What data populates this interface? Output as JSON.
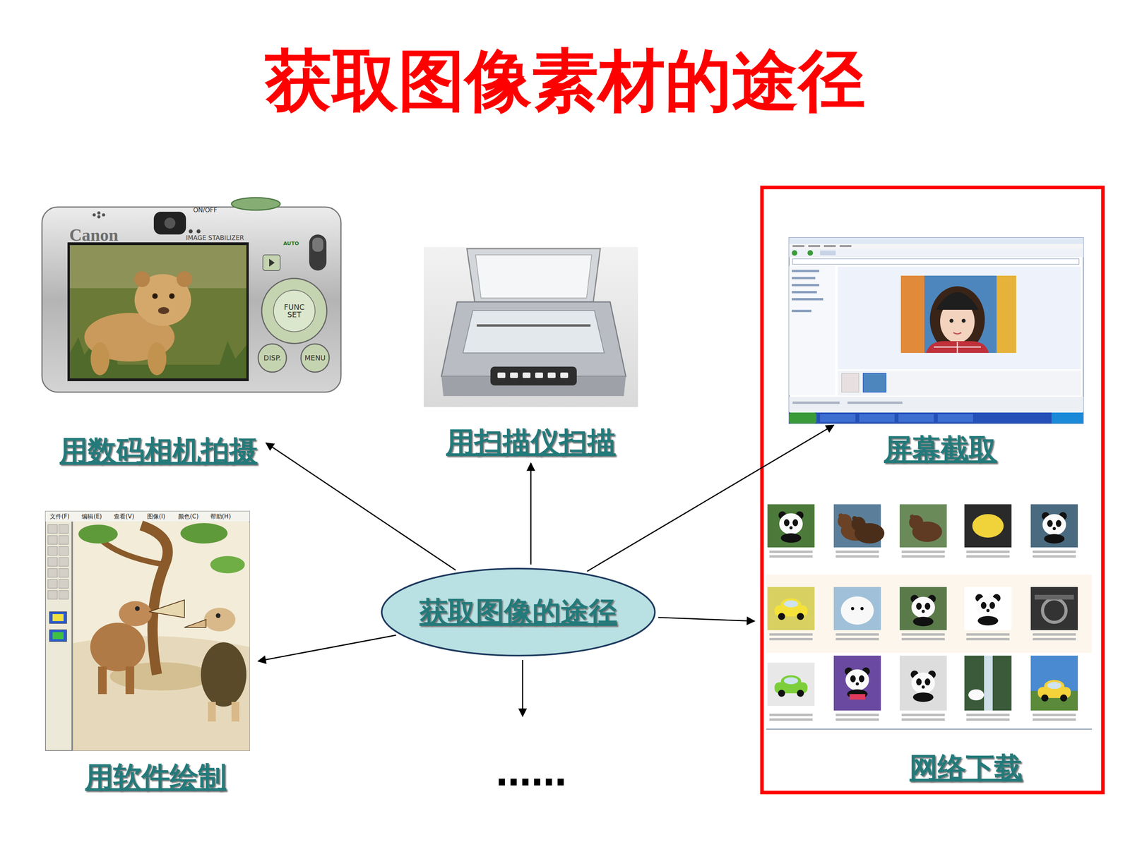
{
  "diagram": {
    "title": "获取图像素材的途径",
    "nodes": [
      {
        "text": [
          "用数码相机拍摄"
        ]
      },
      {
        "text": [
          "用扫描仪扫描"
        ]
      },
      {
        "text": [
          "屏幕截取"
        ]
      },
      {
        "text": [
          "获取图像的途径"
        ]
      },
      {
        "text": [
          "网络下载"
        ]
      },
      {
        "text": [
          "用软件绘制"
        ]
      },
      {
        "text": [
          "……"
        ]
      }
    ],
    "edges": [
      {
        "from": 3,
        "to": 0,
        "arrow": "to"
      },
      {
        "from": 3,
        "to": 1,
        "arrow": "to"
      },
      {
        "from": 3,
        "to": 2,
        "arrow": "to"
      },
      {
        "from": 3,
        "to": 4,
        "arrow": "to"
      },
      {
        "from": 3,
        "to": 5,
        "arrow": "to"
      },
      {
        "from": 3,
        "to": 6,
        "arrow": "to"
      }
    ],
    "labels": [
      "Canon",
      "ON/OFF",
      "IMAGE STABILIZER",
      "AUTO",
      "FUNC SET",
      "DISP.",
      "MENU",
      "文件(F)",
      "编辑(E)",
      "查看(V)",
      "图像(I)",
      "颜色(C)",
      "帮助(H)"
    ]
  }
}
